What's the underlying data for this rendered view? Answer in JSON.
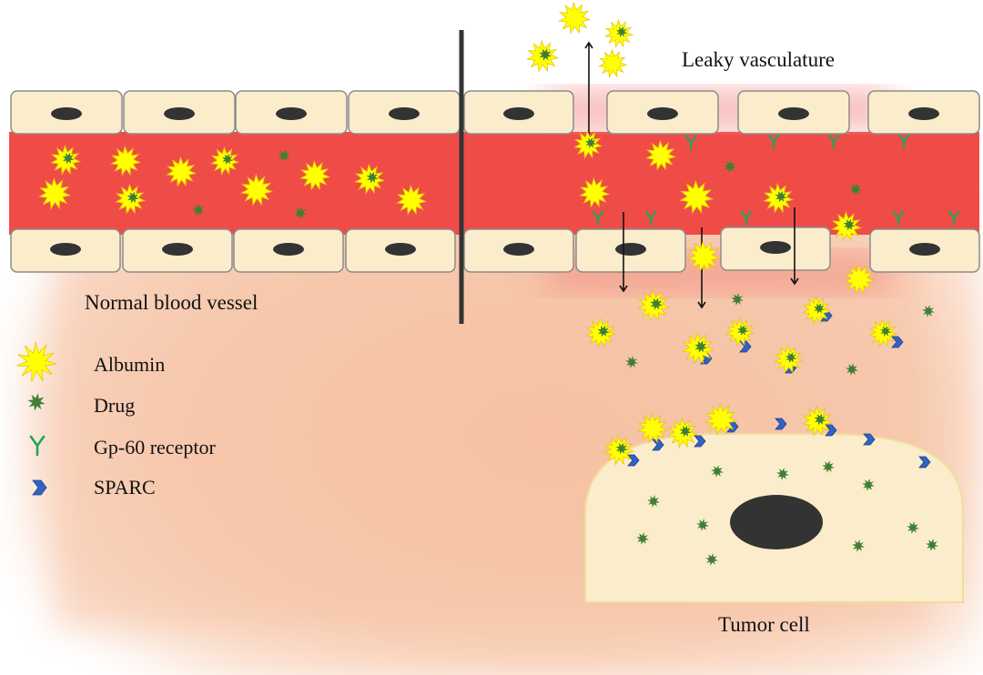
{
  "labels": {
    "leaky_vasculature": "Leaky vasculature",
    "normal_blood_vessel": "Normal blood vessel",
    "tumor_cell": "Tumor cell"
  },
  "legend": {
    "items": [
      {
        "label": "Albumin",
        "icon": "albumin-icon"
      },
      {
        "label": "Drug",
        "icon": "drug-icon"
      },
      {
        "label": "Gp-60 receptor",
        "icon": "gp60-receptor-icon"
      },
      {
        "label": "SPARC",
        "icon": "sparc-icon"
      }
    ]
  },
  "colors": {
    "tissue": "#f7c9ad",
    "vessel_lumen": "#ef4c48",
    "endothelial_cell": "#fbeccb",
    "cell_border": "#8c8c8c",
    "nucleus": "#333333",
    "albumin": "#ffff00",
    "albumin_edge": "#e8c800",
    "drug": "#3f7f35",
    "receptor": "#1fa65b",
    "sparc": "#2f63c4",
    "tumor_cell": "#fbeccb",
    "divider": "#333333"
  }
}
